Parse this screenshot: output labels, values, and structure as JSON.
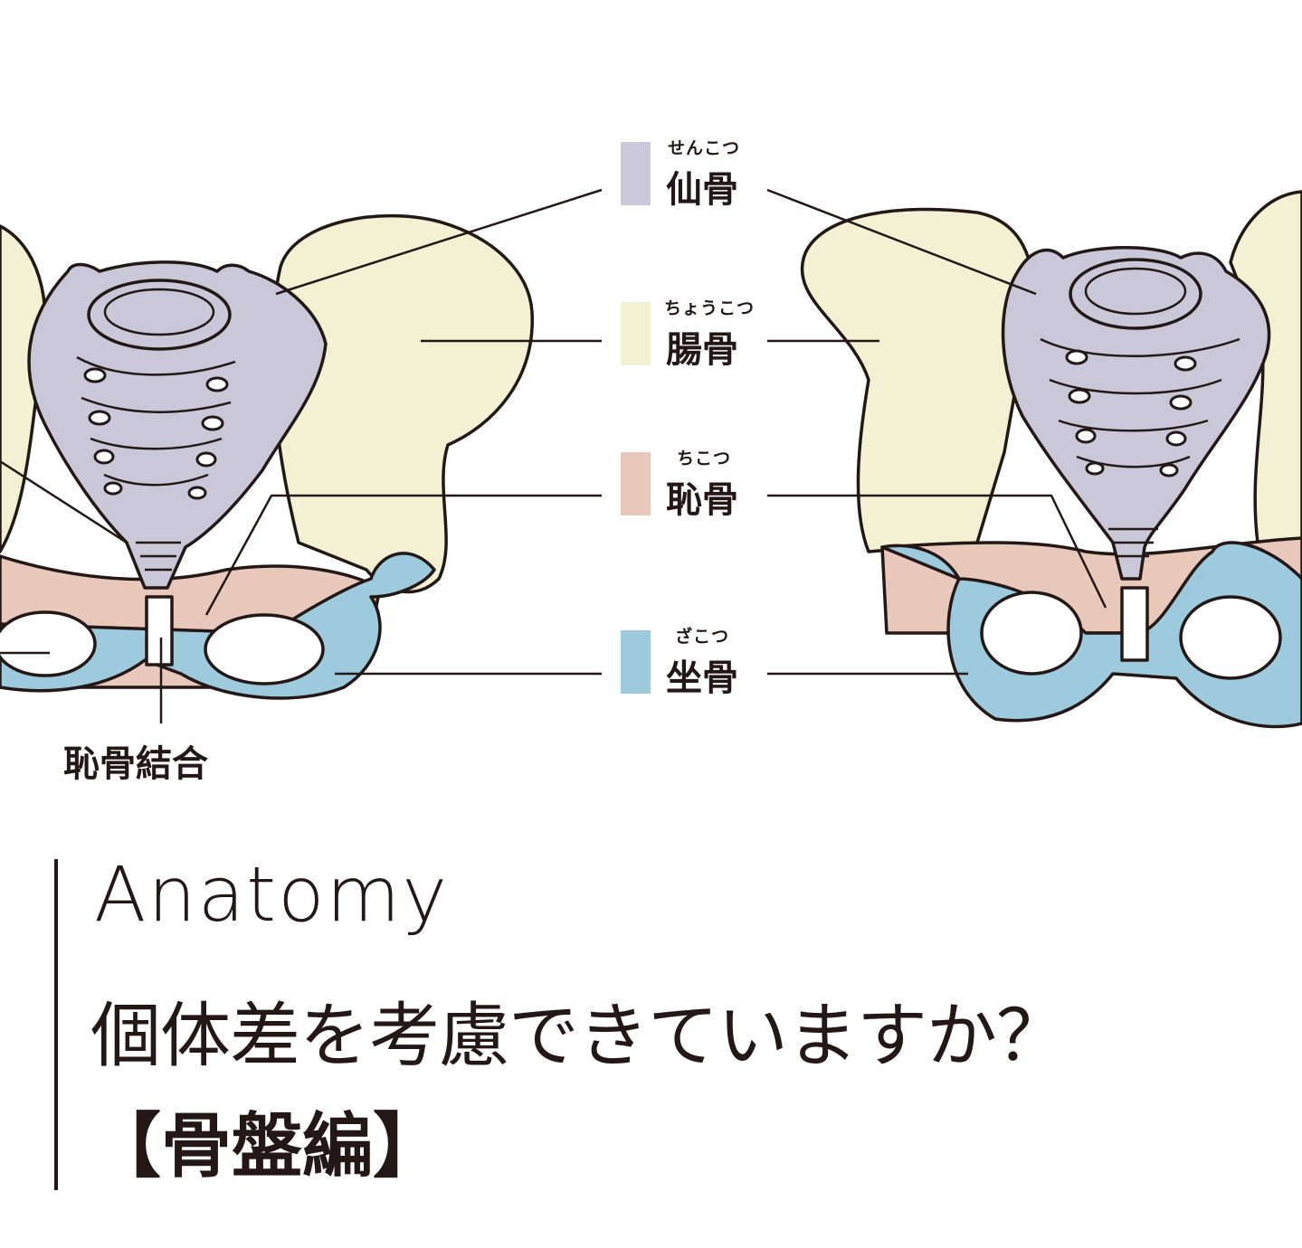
{
  "legend": [
    {
      "furigana": "せんこつ",
      "name": "仙骨",
      "color": "#c9c7d8"
    },
    {
      "furigana": "ちょうこつ",
      "name": "腸骨",
      "color": "#f3f1d3"
    },
    {
      "furigana": "ちこつ",
      "name": "恥骨",
      "color": "#e9c8bc"
    },
    {
      "furigana": "ざこつ",
      "name": "坐骨",
      "color": "#9dcbdd"
    }
  ],
  "symphysis_label": "恥骨結合",
  "category": "Anatomy",
  "title": "個体差を考慮できていますか？",
  "subtitle": "【骨盤編】"
}
